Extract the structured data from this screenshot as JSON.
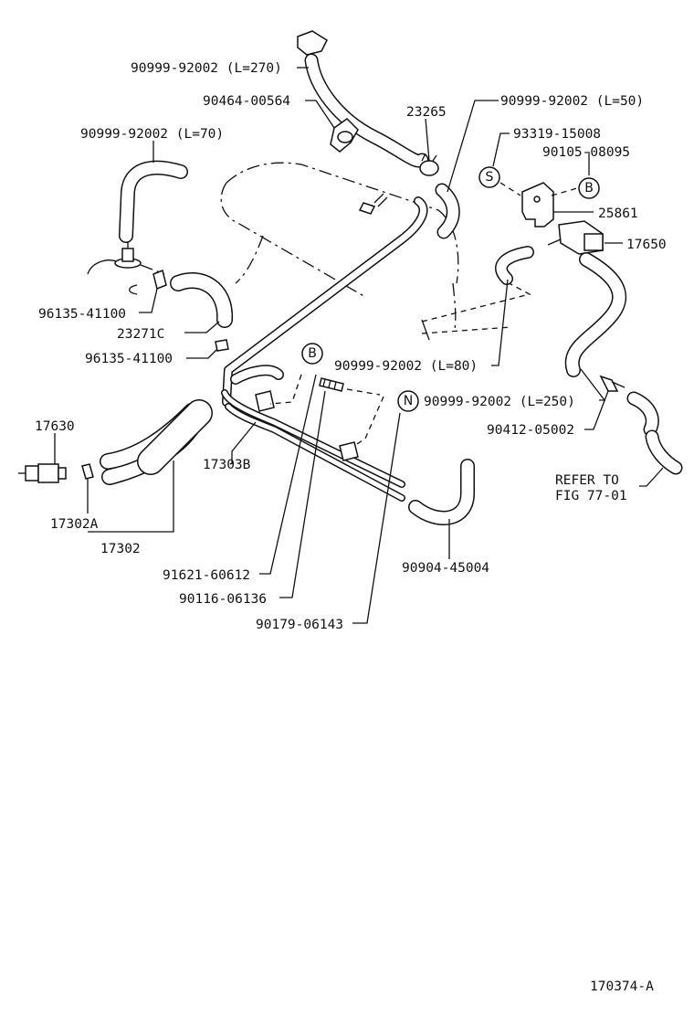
{
  "labels": {
    "hose_270": "90999-92002 (L=270)",
    "clip_90464": "90464-00564",
    "valve_23265": "23265",
    "hose_50": "90999-92002 (L=50)",
    "bolt_93319": "93319-15008",
    "nut_90105": "90105-08095",
    "hose_70": "90999-92002 (L=70)",
    "bracket_25861": "25861",
    "vsv_17650": "17650",
    "clamp_96135_a": "96135-41100",
    "hose_23271c": "23271C",
    "clamp_96135_b": "96135-41100",
    "hose_80": "90999-92002 (L=80)",
    "hose_250": "90999-92002 (L=250)",
    "valve_17630": "17630",
    "pipe_17303b": "17303B",
    "clip_90412": "90412-05002",
    "refer_line1": "REFER TO",
    "refer_line2": "FIG 77-01",
    "clip_17302a": "17302A",
    "pipe_17302": "17302",
    "hose_90904": "90904-45004",
    "stud_91621": "91621-60612",
    "bolt_90116": "90116-06136",
    "bolt_90179": "90179-06143",
    "figure_id": "170374-A"
  },
  "markers": {
    "s": "S",
    "b_top": "B",
    "b_mid": "B",
    "n": "N"
  }
}
